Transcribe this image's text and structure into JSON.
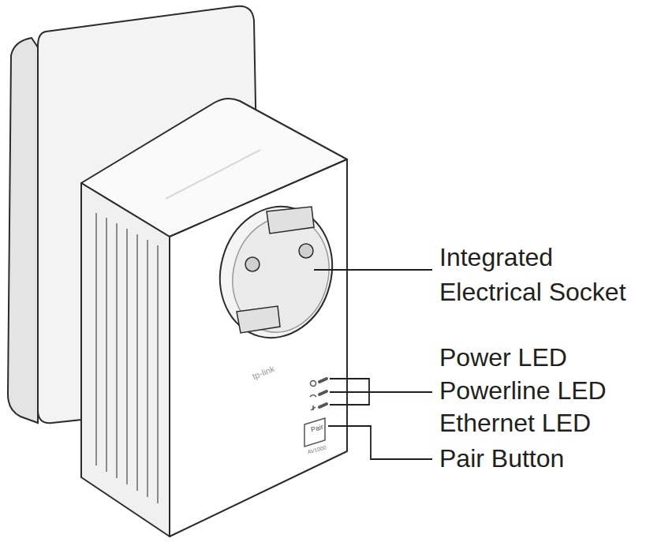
{
  "diagram": {
    "labels": [
      "Integrated Electrical Socket",
      "Power LED",
      "Powerline LED",
      "Ethernet LED",
      "Pair Button",
      "tp-link",
      "Pair",
      "AV1000"
    ]
  }
}
